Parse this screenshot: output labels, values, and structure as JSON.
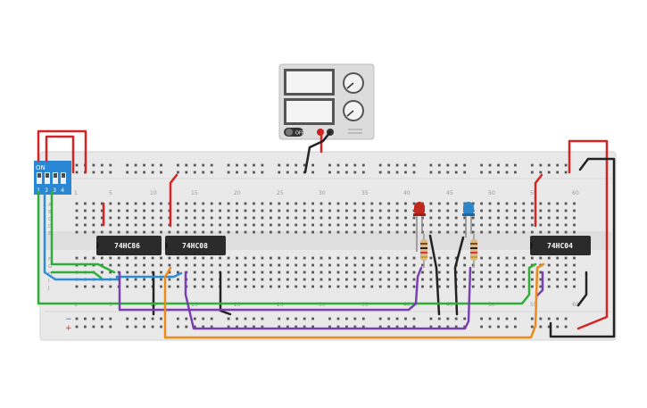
{
  "circuit": {
    "chips": [
      {
        "id": "u1",
        "label": "74HC86"
      },
      {
        "id": "u2",
        "label": "74HC08"
      },
      {
        "id": "u3",
        "label": "74HC04"
      }
    ],
    "dip_switch": {
      "on_label": "ON",
      "positions": [
        "1",
        "2",
        "3",
        "4"
      ]
    },
    "column_numbers": [
      "1",
      "5",
      "10",
      "15",
      "20",
      "25",
      "30",
      "35",
      "40",
      "45",
      "50",
      "55",
      "60"
    ],
    "row_letters_top": [
      "A",
      "B",
      "C",
      "D",
      "E"
    ],
    "row_letters_bottom": [
      "F",
      "G",
      "H",
      "I",
      "J"
    ],
    "rail_signs": {
      "minus": "−",
      "plus": "+"
    },
    "led_colors": {
      "red": "#c0281e",
      "blue": "#2f86c8"
    },
    "wire_colors": {
      "red": "#d42424",
      "black": "#222222",
      "green": "#2fae3a",
      "blue": "#2a8fd8",
      "purple": "#7a3fb0",
      "orange": "#ec8a1c"
    },
    "power_supply": {
      "switch_label": "OFF"
    }
  }
}
